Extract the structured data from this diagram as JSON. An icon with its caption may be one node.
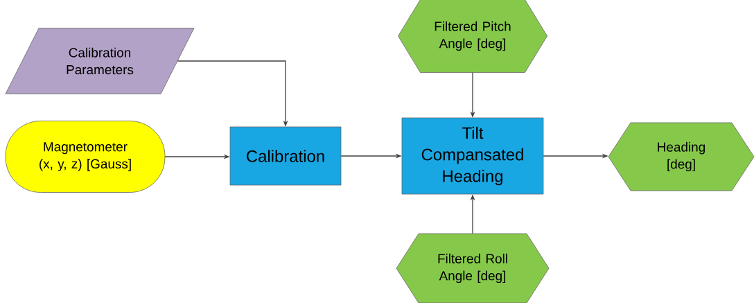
{
  "diagram": {
    "nodes": [
      {
        "text": [
          "Calibration Parameters"
        ]
      },
      {
        "text": [
          "Magnetometer (x, y, z) [Gauss]"
        ]
      },
      {
        "text": [
          "Calibration"
        ]
      },
      {
        "text": [
          "Filtered Pitch Angle [deg]"
        ]
      },
      {
        "text": [
          "Tilt Compansated Heading"
        ]
      },
      {
        "text": [
          "Filtered Roll Angle [deg]"
        ]
      },
      {
        "text": [
          "Heading [deg]"
        ]
      }
    ],
    "edges": [
      {
        "from": 0,
        "to": 2,
        "arrow": "to"
      },
      {
        "from": 1,
        "to": 2,
        "arrow": "to"
      },
      {
        "from": 2,
        "to": 4,
        "arrow": "to"
      },
      {
        "from": 3,
        "to": 4,
        "arrow": "to"
      },
      {
        "from": 5,
        "to": 4,
        "arrow": "to"
      },
      {
        "from": 4,
        "to": 6,
        "arrow": "to"
      }
    ]
  }
}
